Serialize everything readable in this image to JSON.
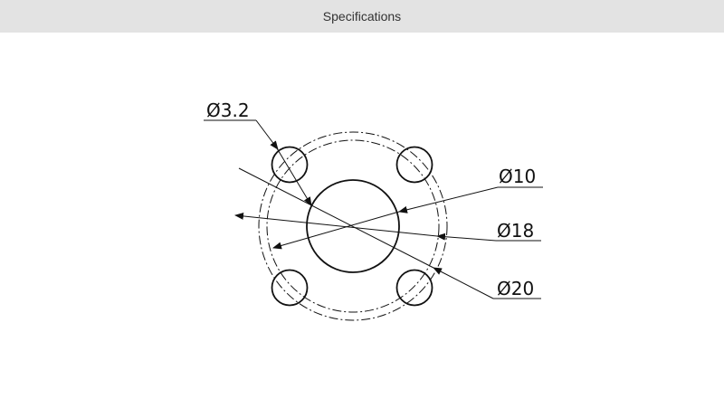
{
  "header": {
    "title": "Specifications"
  },
  "diagram": {
    "labels": {
      "hole_diameter": "Ø3.2",
      "inner_diameter": "Ø10",
      "pitch_diameter": "Ø18",
      "outer_diameter": "Ø20"
    },
    "colors": {
      "header_bg": "#e3e3e3",
      "line": "#111111"
    }
  }
}
